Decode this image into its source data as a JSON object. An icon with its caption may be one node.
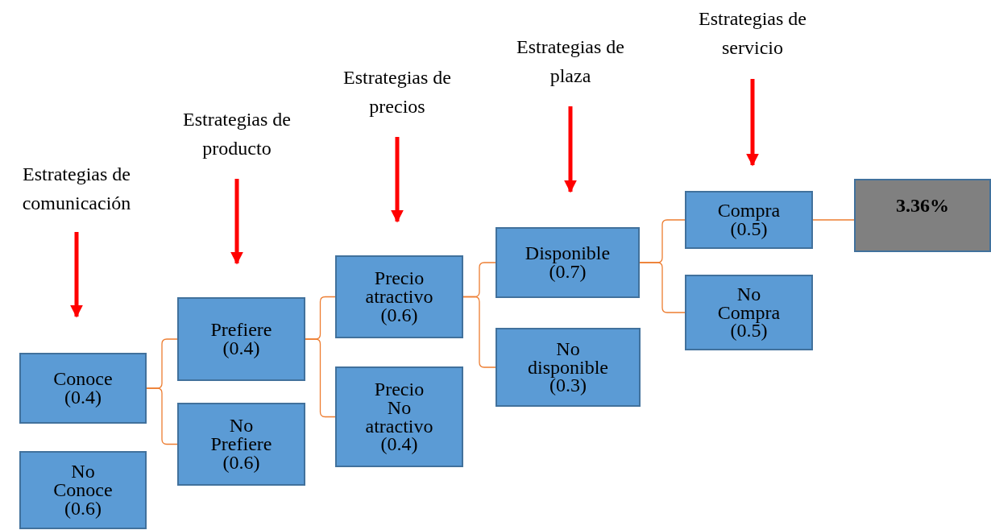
{
  "diagram": {
    "nodes": [
      {
        "text": [
          "Conoce (0.4)"
        ]
      },
      {
        "text": [
          "No Conoce (0.6)"
        ]
      },
      {
        "text": [
          "Prefiere (0.4)"
        ]
      },
      {
        "text": [
          "No Prefiere (0.6)"
        ]
      },
      {
        "text": [
          "Precio atractivo (0.6)"
        ]
      },
      {
        "text": [
          "Precio No atractivo (0.4)"
        ]
      },
      {
        "text": [
          "Disponible (0.7)"
        ]
      },
      {
        "text": [
          "No disponible (0.3)"
        ]
      },
      {
        "text": [
          "Compra (0.5)"
        ]
      },
      {
        "text": [
          "No Compra (0.5)"
        ]
      },
      {
        "text": [
          "3.36%"
        ]
      },
      {
        "text": [
          "Estrategias de comunicación"
        ]
      },
      {
        "text": [
          "Estrategias de producto"
        ]
      },
      {
        "text": [
          "Estrategias de precios"
        ]
      },
      {
        "text": [
          "Estrategias de plaza"
        ]
      },
      {
        "text": [
          "Estrategias de servicio"
        ]
      }
    ],
    "edges": [
      {
        "from": 0,
        "to": 2,
        "arrow": "none",
        "color": "#ed7d31"
      },
      {
        "from": 0,
        "to": 3,
        "arrow": "none",
        "color": "#ed7d31"
      },
      {
        "from": 2,
        "to": 4,
        "arrow": "none",
        "color": "#ed7d31"
      },
      {
        "from": 2,
        "to": 5,
        "arrow": "none",
        "color": "#ed7d31"
      },
      {
        "from": 4,
        "to": 6,
        "arrow": "none",
        "color": "#ed7d31"
      },
      {
        "from": 4,
        "to": 7,
        "arrow": "none",
        "color": "#ed7d31"
      },
      {
        "from": 6,
        "to": 8,
        "arrow": "none",
        "color": "#ed7d31"
      },
      {
        "from": 6,
        "to": 9,
        "arrow": "none",
        "color": "#ed7d31"
      },
      {
        "from": 8,
        "to": 10,
        "arrow": "none",
        "color": "#ed7d31"
      },
      {
        "from": 11,
        "to": 0,
        "arrow": "to",
        "style": "thick",
        "color": "#ff0000"
      },
      {
        "from": 12,
        "to": 2,
        "arrow": "to",
        "style": "thick",
        "color": "#ff0000"
      },
      {
        "from": 13,
        "to": 4,
        "arrow": "to",
        "style": "thick",
        "color": "#ff0000"
      },
      {
        "from": 14,
        "to": 6,
        "arrow": "to",
        "style": "thick",
        "color": "#ff0000"
      },
      {
        "from": 15,
        "to": 8,
        "arrow": "to",
        "style": "thick",
        "color": "#ff0000"
      }
    ]
  }
}
